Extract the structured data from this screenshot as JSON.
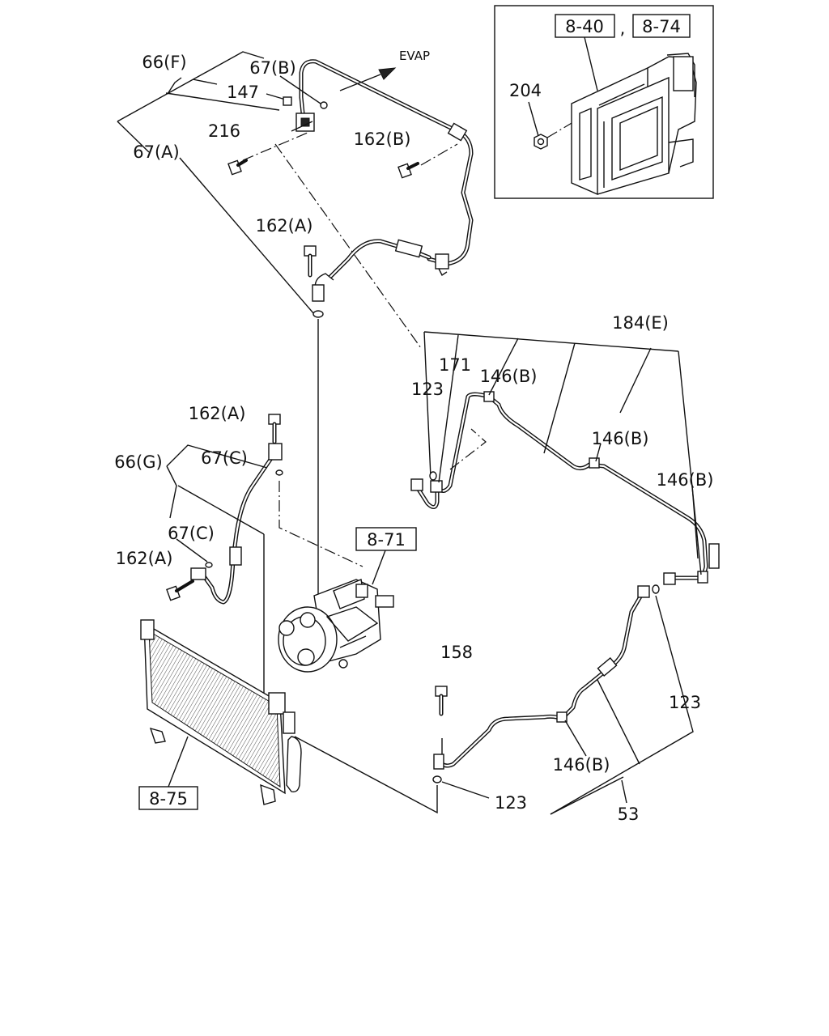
{
  "callouts": {
    "c66f": "66(F)",
    "c67b": "67(B)",
    "c147": "147",
    "c216": "216",
    "c67a": "67(A)",
    "c162b": "162(B)",
    "evap": "EVAP",
    "c162a_top": "162(A)",
    "c184e": "184(E)",
    "c171": "171",
    "c146b_1": "146(B)",
    "c123_top": "123",
    "c162a_mid": "162(A)",
    "c146b_2": "146(B)",
    "c66g": "66(G)",
    "c67c_1": "67(C)",
    "c146b_3": "146(B)",
    "c67c_2": "67(C)",
    "c162a_low": "162(A)",
    "c158": "158",
    "c123_right": "123",
    "c146b_4": "146(B)",
    "c123_bottom": "123",
    "c53": "53",
    "c204": "204"
  },
  "references": {
    "ref_840": "8-40",
    "ref_874": "8-74",
    "ref_separator": ",",
    "ref_871": "8-71",
    "ref_875": "8-75"
  }
}
